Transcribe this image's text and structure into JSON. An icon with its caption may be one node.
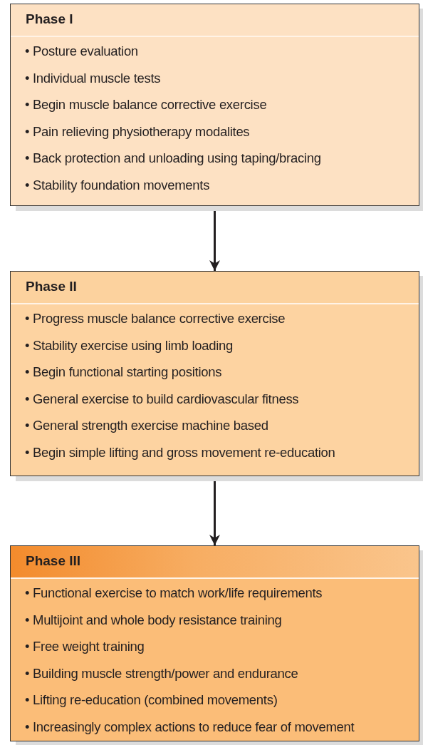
{
  "diagram": {
    "nodes": [
      {
        "text": [
          "Phase I",
          "• Posture evaluation",
          "• Individual muscle tests",
          "• Begin muscle balance corrective exercise",
          "• Pain relieving physiotherapy modalites",
          "• Back protection and unloading using taping/bracing",
          "• Stability foundation movements"
        ]
      },
      {
        "text": [
          "Phase II",
          "• Progress muscle balance corrective exercise",
          "• Stability exercise using limb loading",
          "• Begin functional starting positions",
          "• General exercise to build cardiovascular fitness",
          "• General strength exercise machine based",
          "• Begin simple lifting and gross movement re-education"
        ]
      },
      {
        "text": [
          "Phase III",
          "• Functional exercise to match work/life requirements",
          "• Multijoint and whole body resistance training",
          "• Free weight training",
          "• Building muscle strength/power and endurance",
          "• Lifting re-education (combined movements)",
          "• Increasingly complex actions to reduce fear of movement"
        ]
      }
    ],
    "edges": [
      {
        "from": 0,
        "to": 1,
        "arrow": "to"
      },
      {
        "from": 1,
        "to": 2,
        "arrow": "to"
      }
    ]
  }
}
